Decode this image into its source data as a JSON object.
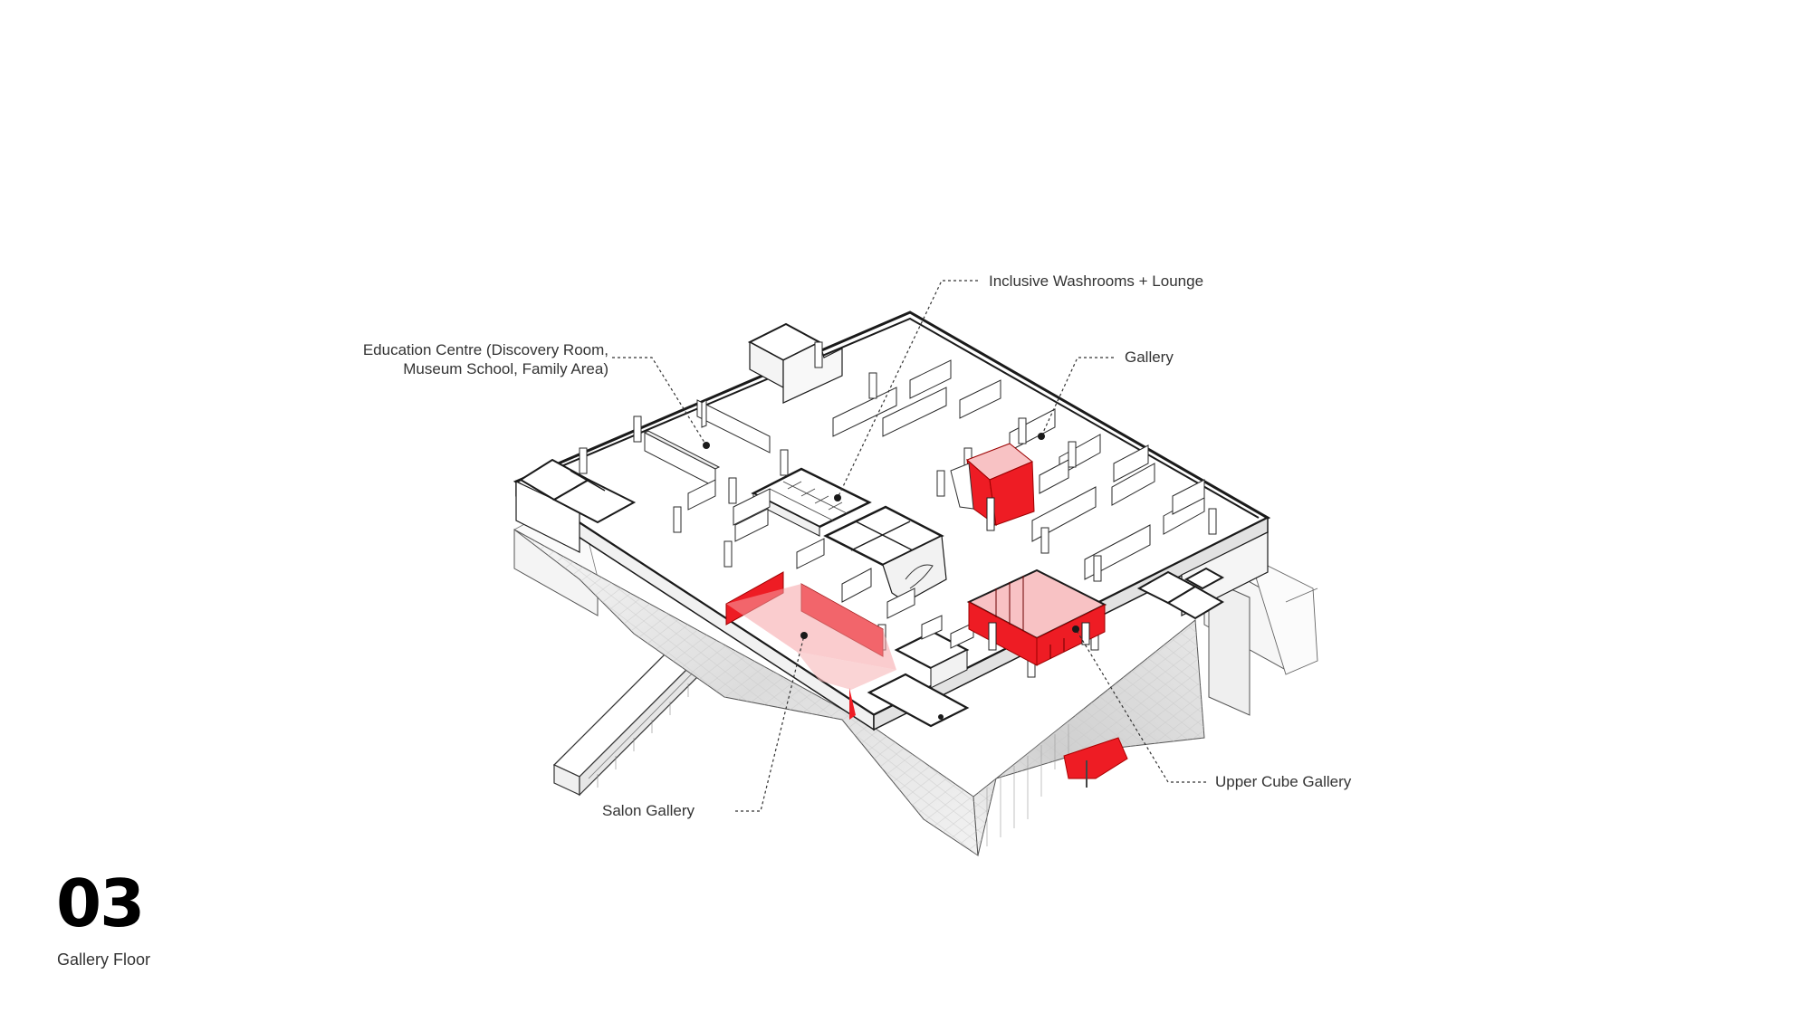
{
  "labels": {
    "washrooms": "Inclusive Washrooms + Lounge",
    "education_line1": "Education Centre (Discovery Room,",
    "education_line2": "Museum School, Family Area)",
    "gallery": "Gallery",
    "salon": "Salon Gallery",
    "upper_cube": "Upper Cube Gallery"
  },
  "page": {
    "number": "03",
    "subtitle": "Gallery Floor"
  },
  "colors": {
    "highlight": "#ee1c24",
    "line": "#2a2a2a",
    "facade": "#d9d9d9"
  }
}
